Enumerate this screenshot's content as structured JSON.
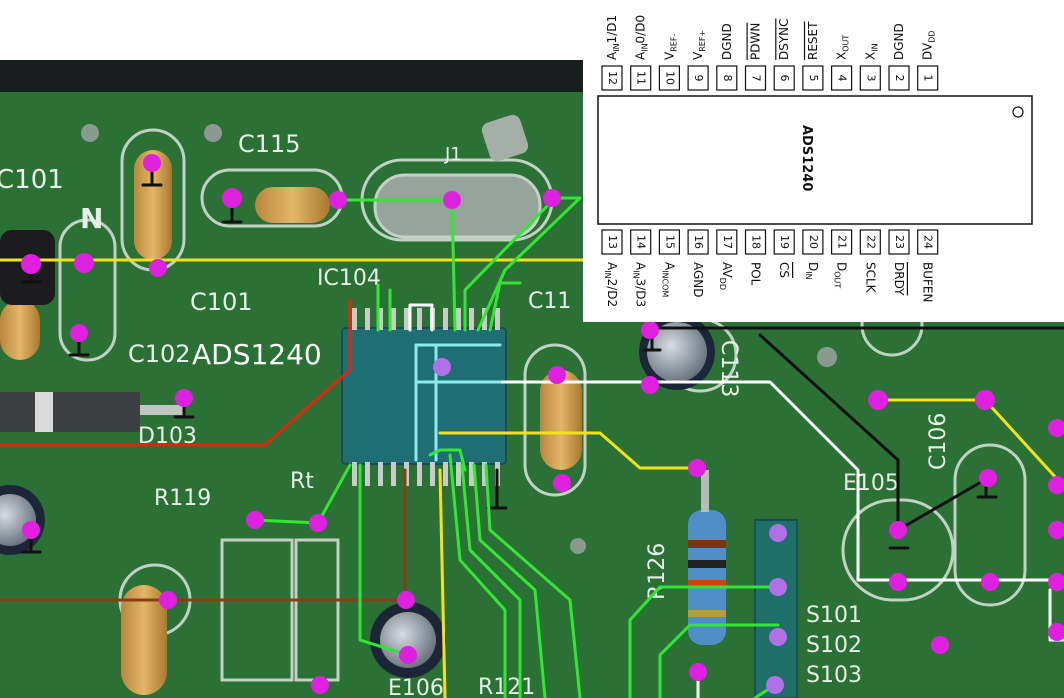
{
  "overlay_label": "ADS1240",
  "chip_title": "ADS1240",
  "board_labels": {
    "c115": "C115",
    "c101_top": "C101",
    "c101_mid": "C101",
    "c102": "C102",
    "d103": "D103",
    "r119": "R119",
    "rt": "Rt",
    "r126": "R126",
    "r121": "R121",
    "c106": "C106",
    "e105": "E105",
    "e106": "E106",
    "s101": "S101",
    "s102": "S102",
    "s103": "S103",
    "c113": "C113",
    "c11x": "C11",
    "ic104": "IC104",
    "j1": "J1",
    "n": "N"
  },
  "top_pins": [
    {
      "num": "12",
      "name": "A",
      "sub": "IN",
      "suffix": "1/D1"
    },
    {
      "num": "11",
      "name": "A",
      "sub": "IN",
      "suffix": "0/D0"
    },
    {
      "num": "10",
      "name": "V",
      "sub": "REF-",
      "suffix": ""
    },
    {
      "num": "9",
      "name": "V",
      "sub": "REF+",
      "suffix": ""
    },
    {
      "num": "8",
      "name": "DGND",
      "sub": "",
      "suffix": ""
    },
    {
      "num": "7",
      "name": "PDWN",
      "sub": "",
      "suffix": "",
      "overline": true
    },
    {
      "num": "6",
      "name": "DSYNC",
      "sub": "",
      "suffix": "",
      "overline": true
    },
    {
      "num": "5",
      "name": "RESET",
      "sub": "",
      "suffix": "",
      "overline": true
    },
    {
      "num": "4",
      "name": "X",
      "sub": "OUT",
      "suffix": ""
    },
    {
      "num": "3",
      "name": "X",
      "sub": "IN",
      "suffix": ""
    },
    {
      "num": "2",
      "name": "DGND",
      "sub": "",
      "suffix": ""
    },
    {
      "num": "1",
      "name": "DV",
      "sub": "DD",
      "suffix": ""
    }
  ],
  "bottom_pins": [
    {
      "num": "13",
      "name": "A",
      "sub": "IN",
      "suffix": "2/D2"
    },
    {
      "num": "14",
      "name": "A",
      "sub": "IN",
      "suffix": "3/D3"
    },
    {
      "num": "15",
      "name": "A",
      "sub": "INCOM",
      "suffix": ""
    },
    {
      "num": "16",
      "name": "AGND",
      "sub": "",
      "suffix": ""
    },
    {
      "num": "17",
      "name": "AV",
      "sub": "DD",
      "suffix": ""
    },
    {
      "num": "18",
      "name": "POL",
      "sub": "",
      "suffix": ""
    },
    {
      "num": "19",
      "name": "CS",
      "sub": "",
      "suffix": "",
      "overline": true
    },
    {
      "num": "20",
      "name": "D",
      "sub": "IN",
      "suffix": ""
    },
    {
      "num": "21",
      "name": "D",
      "sub": "OUT",
      "suffix": ""
    },
    {
      "num": "22",
      "name": "SCLK",
      "sub": "",
      "suffix": ""
    },
    {
      "num": "23",
      "name": "DRDY",
      "sub": "",
      "suffix": "",
      "overline": true
    },
    {
      "num": "24",
      "name": "BUFEN",
      "sub": "",
      "suffix": ""
    }
  ],
  "colors": {
    "board": "#2f7a3a",
    "trace_green": "#33e633",
    "trace_yellow": "#f2e21c",
    "trace_white": "#ffffff",
    "trace_red": "#e0240f",
    "trace_black": "#111111",
    "trace_brown": "#8b3c12",
    "trace_cyan": "#8fe8ee",
    "probe": "#e020e0",
    "probe_lilac": "#b070e8",
    "chip": "#1f6e74"
  }
}
